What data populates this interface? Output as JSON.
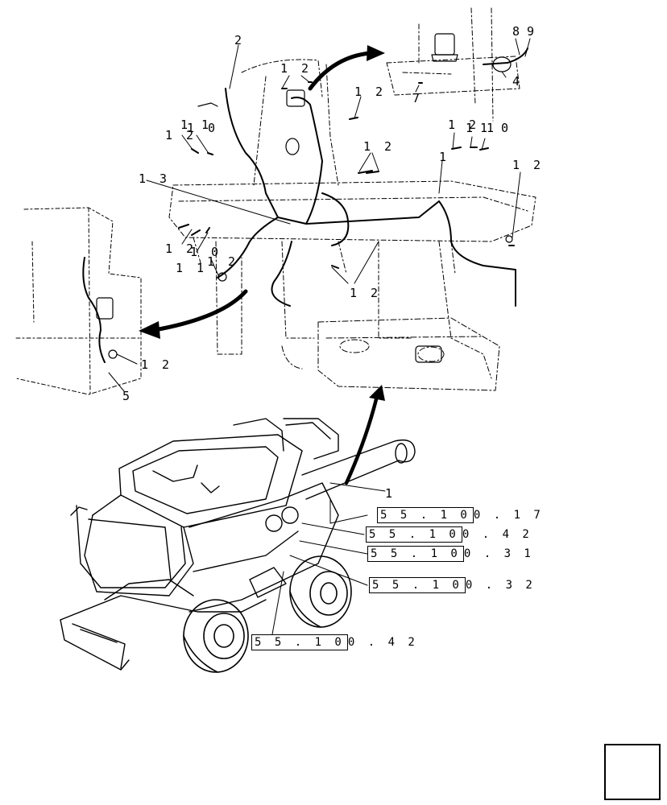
{
  "callouts": {
    "c2": "2",
    "c12a": "1 2",
    "c12b": "1 2",
    "c11a": "1 1",
    "c10a": "1 0",
    "c12c": "1 2",
    "c12d": "1 2",
    "c13": "1 3",
    "c1a": "1",
    "c12e": "1 2",
    "c11b": "1 1",
    "c10b": "1 0",
    "c12f": "1 2",
    "c12g": "1 2",
    "c12h": "1 2",
    "c12i": "1 2",
    "c11c": "1 1",
    "c10c": "1 0",
    "c7": "7",
    "c8": "8",
    "c9": "9",
    "c4": "4",
    "c12j": "1 2",
    "c5": "5",
    "c1b": "1"
  },
  "references": [
    {
      "boxed": "5 5 . 1 0",
      "rest": "0 . 1 7"
    },
    {
      "boxed": "5 5 . 1 0",
      "rest": "0 . 4 2"
    },
    {
      "boxed": "5 5 . 1 0",
      "rest": "0 . 3 1"
    },
    {
      "boxed": "5 5 . 1 0",
      "rest": "0 . 3 2"
    },
    {
      "boxed": "5 5 . 1 0",
      "rest": "0 . 4 2"
    }
  ],
  "icons": {
    "nav": "arrow-left-down-icon"
  }
}
